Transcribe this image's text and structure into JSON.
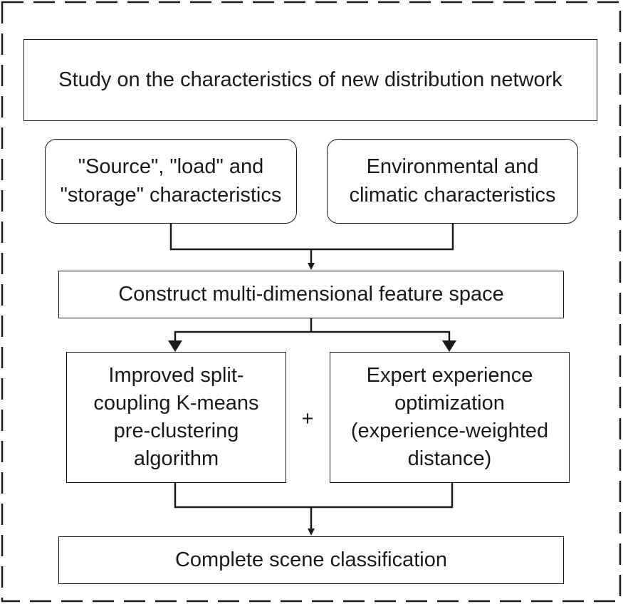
{
  "boxes": {
    "study": "Study on the characteristics of new distribution network",
    "source_load_storage": "\"Source\", \"load\" and \"storage\" characteristics",
    "environment": "Environmental and climatic characteristics",
    "feature_space": "Construct multi-dimensional feature space",
    "kmeans": "Improved split-coupling K-means pre-clustering algorithm",
    "expert": "Expert experience optimization (experience-weighted distance)",
    "complete": "Complete scene classification"
  },
  "plus_sign": "+"
}
